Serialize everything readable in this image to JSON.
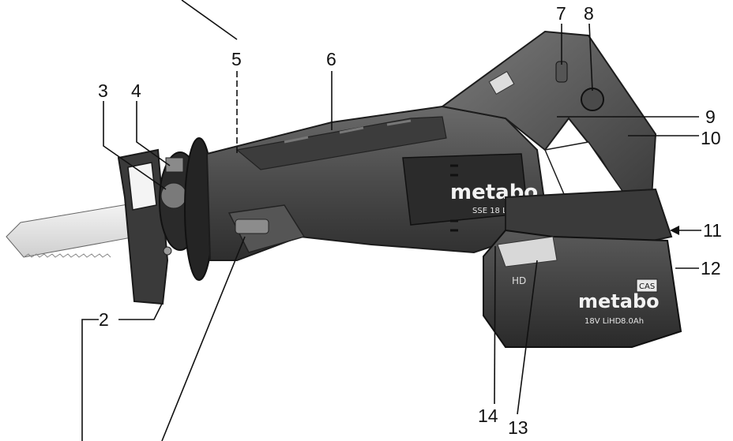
{
  "callouts": {
    "c2": "2",
    "c3": "3",
    "c4": "4",
    "c5": "5",
    "c6": "6",
    "c7": "7",
    "c8": "8",
    "c9": "9",
    "c10": "10",
    "c11": "11",
    "c12": "12",
    "c13": "13",
    "c14": "14"
  },
  "tool_text": {
    "brand": "metabo",
    "model": "SSE 18 LTX BL",
    "battery_brand": "metabo",
    "battery_spec": "18V LiHD",
    "battery_capacity": "8.0Ah",
    "cas_badge": "CAS",
    "hd_badge": "HD"
  }
}
